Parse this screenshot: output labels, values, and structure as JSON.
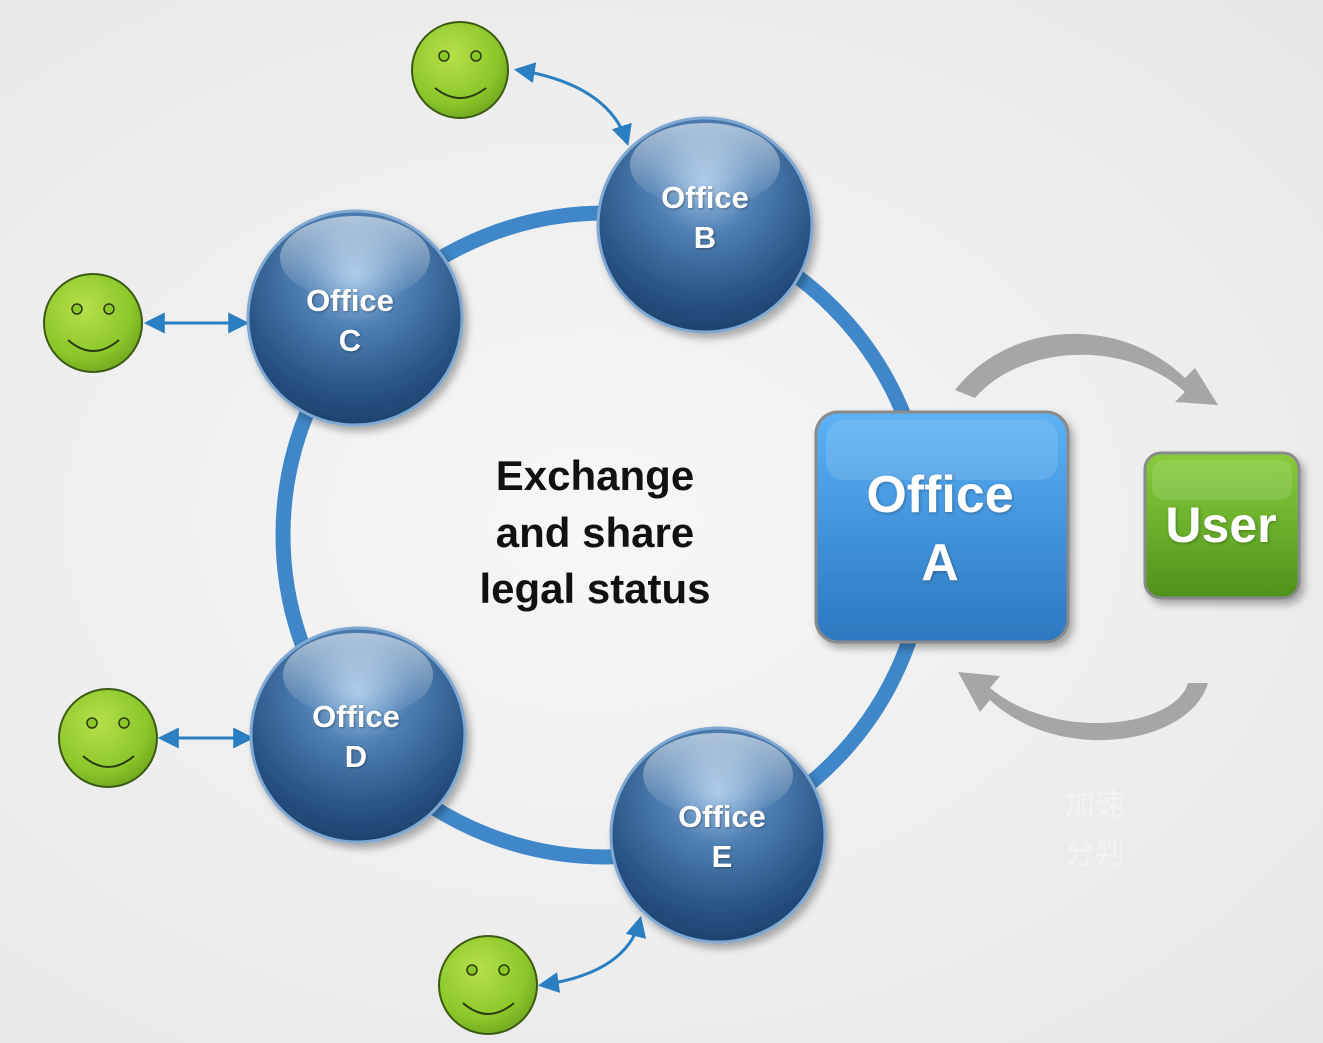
{
  "center_text": {
    "line1": "Exchange",
    "line2": "and share",
    "line3": "legal status"
  },
  "offices": {
    "a": {
      "line1": "Office",
      "line2": "A"
    },
    "b": {
      "line1": "Office",
      "line2": "B"
    },
    "c": {
      "line1": "Office",
      "line2": "C"
    },
    "d": {
      "line1": "Office",
      "line2": "D"
    },
    "e": {
      "line1": "Office",
      "line2": "E"
    }
  },
  "user": {
    "label": "User"
  },
  "faint_text": {
    "line1": "加速",
    "line2": "分判"
  },
  "colors": {
    "ring": "#3f87c9",
    "office_sphere_dark": "#274f7c",
    "office_sphere_light": "#8fb6dc",
    "office_a": "#4aa0ea",
    "user": "#6cb52d",
    "smiley": "#8fcc2a",
    "cycle_arrow": "#a6a6a6",
    "connector_arrow": "#2a7fc2"
  },
  "icons": {
    "user_smiley": "smiley-face-icon",
    "cycle": "circular-arrow-icon"
  }
}
